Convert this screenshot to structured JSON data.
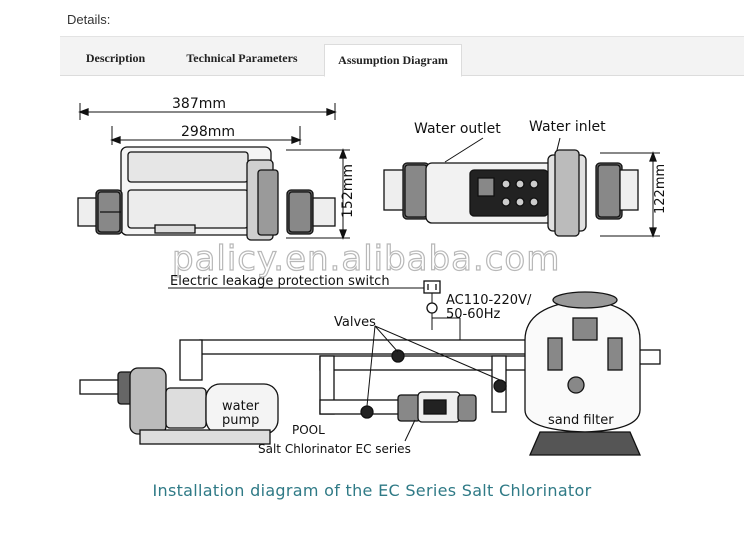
{
  "header": {
    "details_label": "Details:"
  },
  "tabs": [
    {
      "label": "Description",
      "active": false
    },
    {
      "label": "Technical Parameters",
      "active": false
    },
    {
      "label": "Assumption Diagram",
      "active": true
    }
  ],
  "diagram": {
    "dim_387": "387mm",
    "dim_298": "298mm",
    "dim_152": "152mm",
    "dim_122": "122mm",
    "water_outlet": "Water outlet",
    "water_inlet": "Water inlet",
    "watermark": "palicy.en.alibaba.com",
    "leakage_switch": "Electric leakage protection switch",
    "power_line1": "AC110-220V/",
    "power_line2": "50-60Hz",
    "valves": "Valves",
    "water_pump_line1": "water",
    "water_pump_line2": "pump",
    "pool": "POOL",
    "sand_filter": "sand filter",
    "chlorinator": "Salt Chlorinator EC series"
  },
  "caption": "Installation diagram of the EC Series Salt Chlorinator"
}
